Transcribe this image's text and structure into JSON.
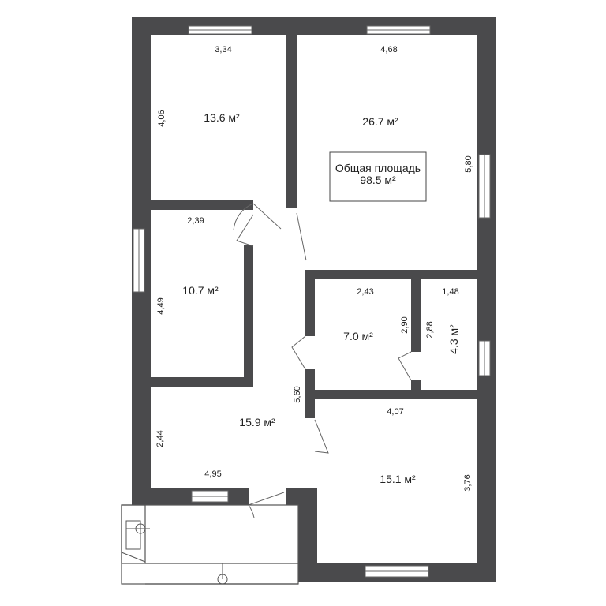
{
  "rooms": {
    "bedroom_top_left": {
      "area": "13.6 м²",
      "width": "3,34",
      "height": "4,06"
    },
    "living_room": {
      "area": "26.7 м²",
      "width": "4,68",
      "height": "5,80"
    },
    "left_middle_room": {
      "area": "10.7 м²",
      "width": "2,39",
      "height": "4,49"
    },
    "bathroom": {
      "area": "7.0 м²",
      "width": "2,43",
      "height": "2,90"
    },
    "toilet": {
      "area": "4.3 м²",
      "width": "1,48",
      "height": "2,88"
    },
    "hall": {
      "area": "15.9 м²",
      "width": "4,95",
      "height": "2,44"
    },
    "corridor": {
      "length": "5,60"
    },
    "bottom_right_room": {
      "area": "15.1 м²",
      "width": "4,07",
      "height": "3,76"
    }
  },
  "total": {
    "label": "Общая площадь",
    "value": "98.5 м²"
  },
  "colors": {
    "wall": "#4a4a4c",
    "background": "#ffffff"
  }
}
